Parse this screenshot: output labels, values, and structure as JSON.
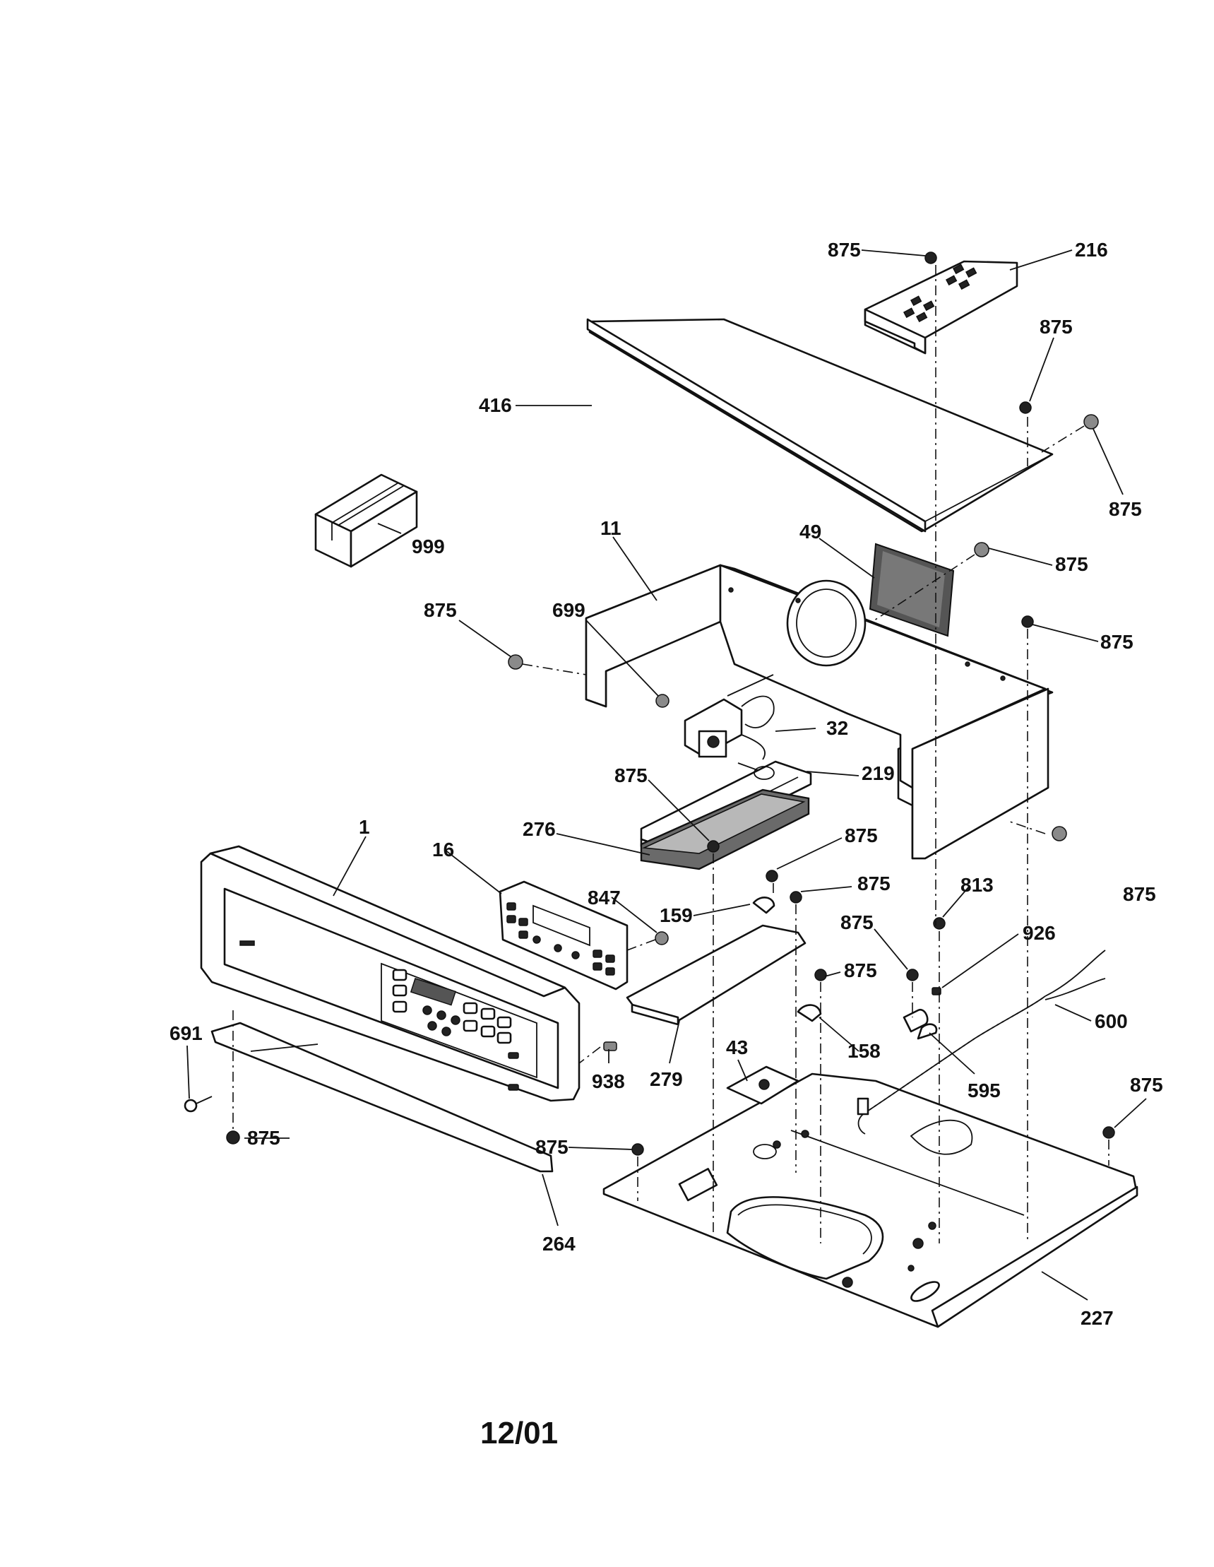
{
  "diagram": {
    "date_code": "12/01",
    "parts": [
      {
        "id": "p875a",
        "label": "875"
      },
      {
        "id": "p216",
        "label": "216"
      },
      {
        "id": "p875b",
        "label": "875"
      },
      {
        "id": "p416",
        "label": "416"
      },
      {
        "id": "p875c",
        "label": "875"
      },
      {
        "id": "p999",
        "label": "999"
      },
      {
        "id": "p11",
        "label": "11"
      },
      {
        "id": "p49",
        "label": "49"
      },
      {
        "id": "p875d",
        "label": "875"
      },
      {
        "id": "p875e",
        "label": "875"
      },
      {
        "id": "p875f",
        "label": "875"
      },
      {
        "id": "p699",
        "label": "699"
      },
      {
        "id": "p32",
        "label": "32"
      },
      {
        "id": "p875g",
        "label": "875"
      },
      {
        "id": "p219",
        "label": "219"
      },
      {
        "id": "p276",
        "label": "276"
      },
      {
        "id": "p875h",
        "label": "875"
      },
      {
        "id": "p1",
        "label": "1"
      },
      {
        "id": "p16",
        "label": "16"
      },
      {
        "id": "p847",
        "label": "847"
      },
      {
        "id": "p875i",
        "label": "875"
      },
      {
        "id": "p875j",
        "label": "875"
      },
      {
        "id": "p159",
        "label": "159"
      },
      {
        "id": "p813",
        "label": "813"
      },
      {
        "id": "p875k",
        "label": "875"
      },
      {
        "id": "p926",
        "label": "926"
      },
      {
        "id": "p691",
        "label": "691"
      },
      {
        "id": "p875l",
        "label": "875"
      },
      {
        "id": "p600",
        "label": "600"
      },
      {
        "id": "p158",
        "label": "158"
      },
      {
        "id": "p43",
        "label": "43"
      },
      {
        "id": "p938",
        "label": "938"
      },
      {
        "id": "p279",
        "label": "279"
      },
      {
        "id": "p595",
        "label": "595"
      },
      {
        "id": "p875m",
        "label": "875"
      },
      {
        "id": "p875n",
        "label": "875"
      },
      {
        "id": "p875o",
        "label": "875"
      },
      {
        "id": "p264",
        "label": "264"
      },
      {
        "id": "p227",
        "label": "227"
      }
    ]
  }
}
